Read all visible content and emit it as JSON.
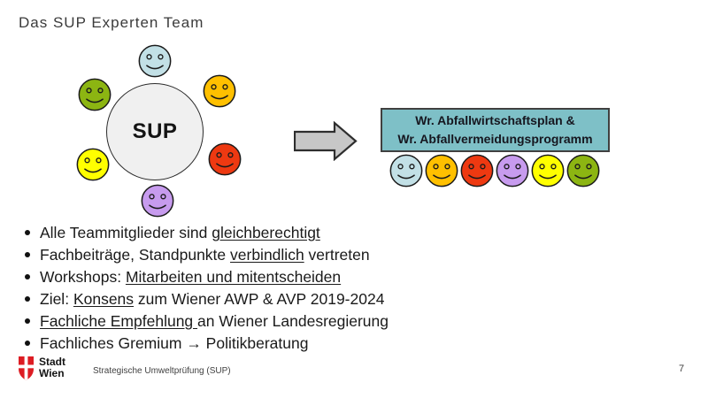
{
  "slide": {
    "title": "Das SUP Experten Team",
    "page_number": "7"
  },
  "diagram": {
    "hub": {
      "label": "SUP",
      "fill": "#f0f0f0",
      "border": "#2b2b2b"
    },
    "team_smileys": [
      {
        "name": "smiley-top",
        "position": "top",
        "color": "#c2e0e6"
      },
      {
        "name": "smiley-upper-left",
        "position": "upper-left",
        "color": "#8cb512"
      },
      {
        "name": "smiley-upper-right",
        "position": "upper-right",
        "color": "#ffc000"
      },
      {
        "name": "smiley-lower-left",
        "position": "lower-left",
        "color": "#ffff00"
      },
      {
        "name": "smiley-lower-right",
        "position": "lower-right",
        "color": "#ee3911"
      },
      {
        "name": "smiley-bottom",
        "position": "bottom",
        "color": "#c79bee"
      }
    ],
    "arrow": {
      "fill": "#c7c7c7",
      "border": "#2e2e2e"
    },
    "result_box": {
      "line1": "Wr. Abfallwirtschaftsplan  &",
      "line2": "Wr. Abfallvermeidungsprogramm",
      "fill": "#7ec0c7",
      "border": "#404040",
      "text_color": "#16161f"
    },
    "result_smileys": [
      {
        "color": "#c2e0e6"
      },
      {
        "color": "#ffc000"
      },
      {
        "color": "#ee3911"
      },
      {
        "color": "#c79bee"
      },
      {
        "color": "#ffff00"
      },
      {
        "color": "#8cb512"
      }
    ]
  },
  "bullets": [
    {
      "segments": [
        {
          "text": "Alle Teammitglieder sind ",
          "underline": false
        },
        {
          "text": "gleichberechtigt",
          "underline": true
        }
      ]
    },
    {
      "segments": [
        {
          "text": "Fachbeiträge, Standpunkte ",
          "underline": false
        },
        {
          "text": "verbindlich",
          "underline": true
        },
        {
          "text": " vertreten",
          "underline": false
        }
      ]
    },
    {
      "segments": [
        {
          "text": "Workshops: ",
          "underline": false
        },
        {
          "text": "Mitarbeiten und mitentscheiden",
          "underline": true
        }
      ]
    },
    {
      "segments": [
        {
          "text": "Ziel: ",
          "underline": false
        },
        {
          "text": "Konsens",
          "underline": true
        },
        {
          "text": " zum Wiener AWP & AVP 2019-2024",
          "underline": false
        }
      ]
    },
    {
      "segments": [
        {
          "text": "Fachliche Empfehlung ",
          "underline": true
        },
        {
          "text": "an Wiener Landesregierung",
          "underline": false
        }
      ]
    },
    {
      "segments": [
        {
          "text": "Fachliches Gremium → Politikberatung",
          "underline": false
        }
      ]
    }
  ],
  "footer": {
    "logo_line1": "Stadt",
    "logo_line2": "Wien",
    "logo_color": "#dd1c23",
    "text": "Strategische Umweltprüfung (SUP)"
  }
}
